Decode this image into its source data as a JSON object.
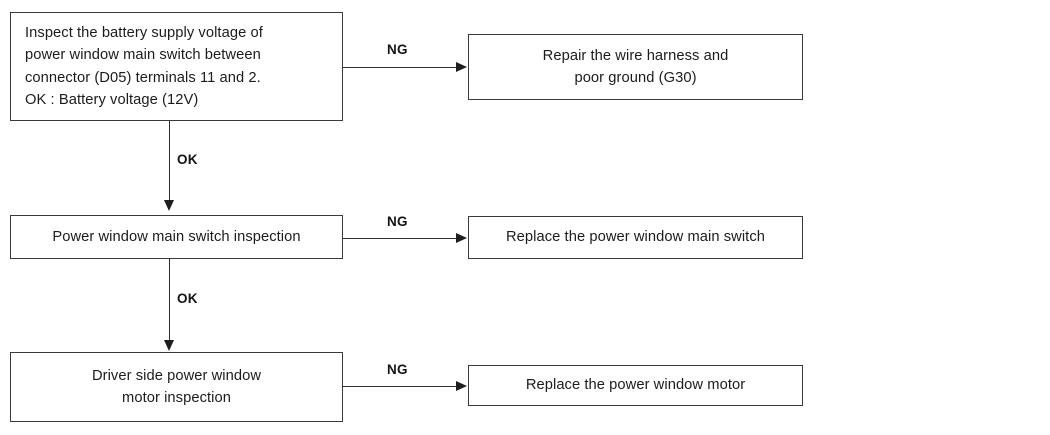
{
  "diagram": {
    "title": "Power window main switch diagnostic flowchart",
    "line_color": "#2e2e2e",
    "text_color": "#1c1c1c",
    "background": "#ffffff",
    "nodes": [
      {
        "id": "inspect-voltage",
        "text": "Inspect the battery supply voltage of\npower window main switch between\nconnector (D05) terminals 11 and 2.\nOK : Battery voltage (12V)"
      },
      {
        "id": "repair-harness",
        "text": "Repair the wire harness and\npoor ground (G30)"
      },
      {
        "id": "switch-inspection",
        "text": "Power window main switch inspection"
      },
      {
        "id": "replace-switch",
        "text": "Replace the power window main switch"
      },
      {
        "id": "motor-inspection",
        "text": "Driver side power window\nmotor  inspection"
      },
      {
        "id": "replace-motor",
        "text": "Replace the power window motor"
      }
    ],
    "edge_labels": {
      "ng1": "NG",
      "ng2": "NG",
      "ng3": "NG",
      "ok1": "OK",
      "ok2": "OK"
    }
  }
}
